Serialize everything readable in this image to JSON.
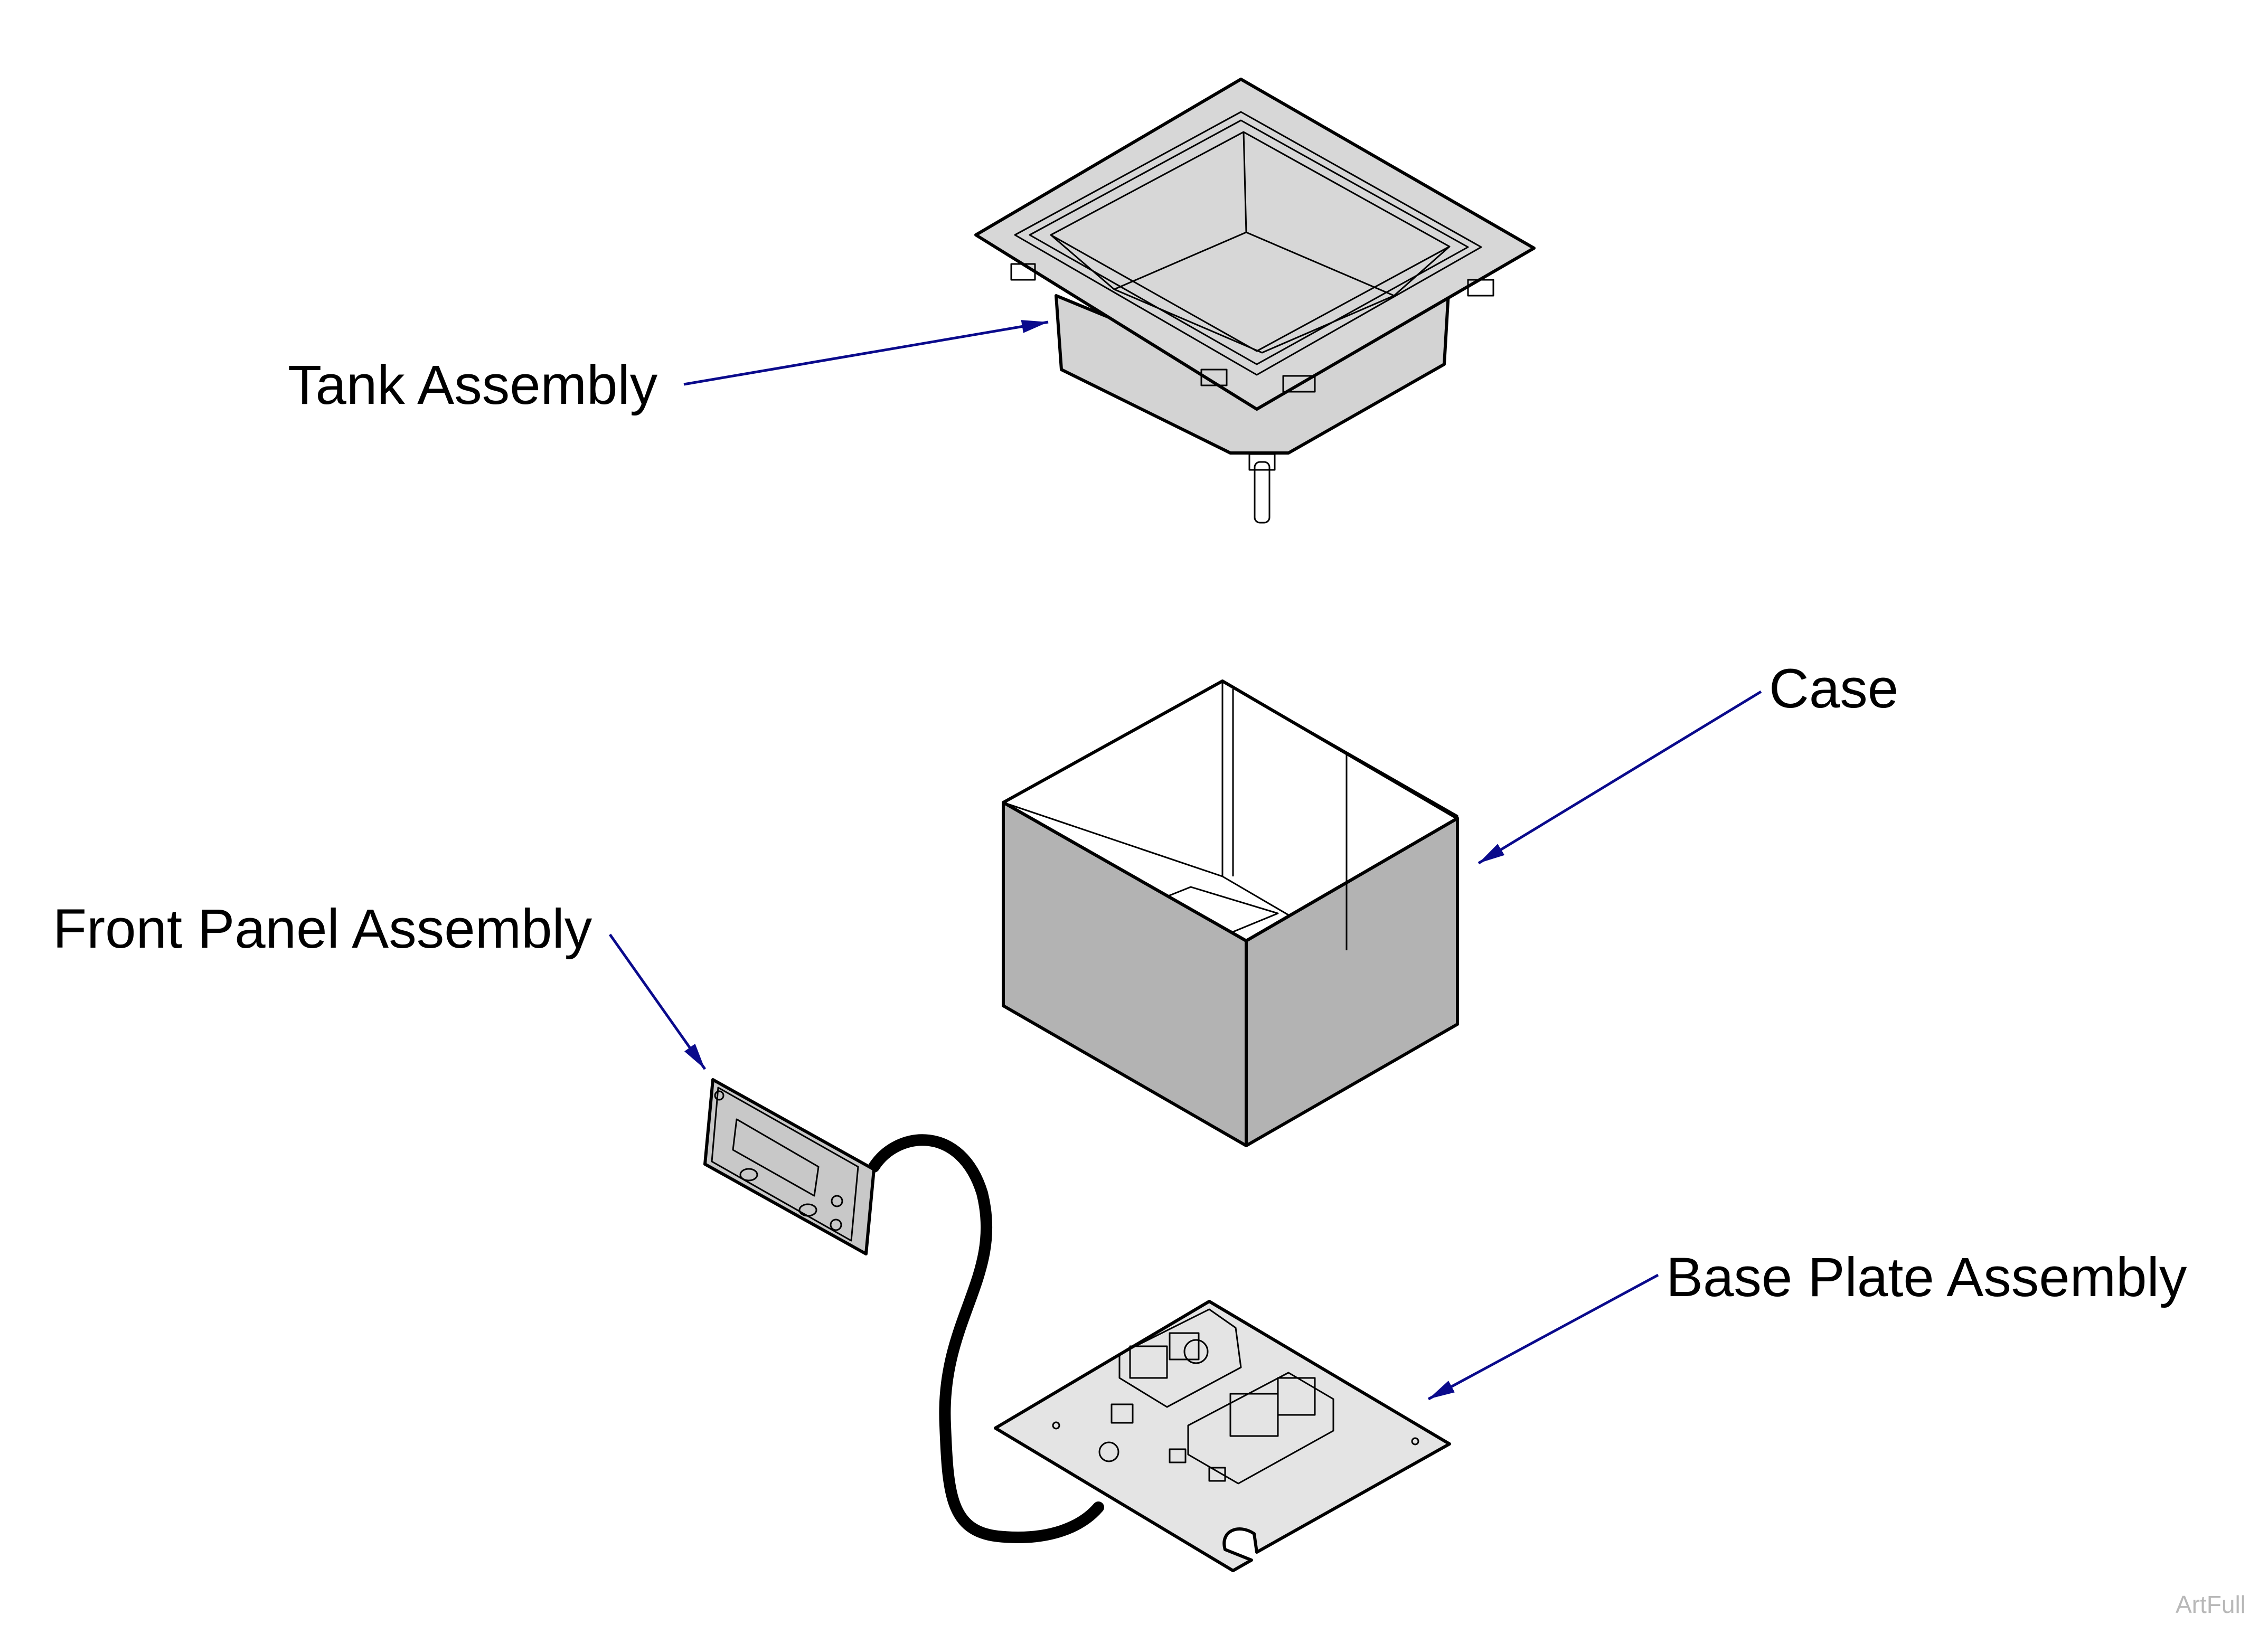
{
  "labels": {
    "tank": "Tank Assembly",
    "case": "Case",
    "front_panel": "Front Panel Assembly",
    "base_plate": "Base Plate Assembly"
  },
  "watermark": "ArtFull",
  "colors": {
    "leader": "#0a0a8c",
    "case_side": "#b3b3b3",
    "case_inner": "#bdbdbd",
    "tank_fill": "#d3d3d3",
    "plate_fill": "#e4e4e4",
    "cable": "#000000",
    "background": "#ffffff"
  }
}
